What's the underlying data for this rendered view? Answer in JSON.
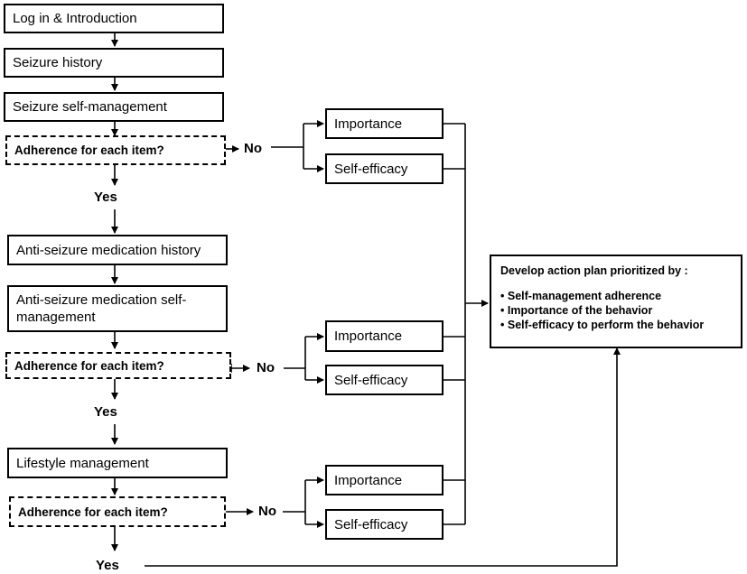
{
  "steps": {
    "login": "Log in & Introduction",
    "seizure_history": "Seizure history",
    "seizure_self_management": "Seizure self-management",
    "asm_history": "Anti-seizure medication history",
    "asm_self_management": "Anti-seizure medication self-management",
    "lifestyle": "Lifestyle management"
  },
  "decisions": {
    "question": "Adherence  for each item?",
    "no": "No",
    "yes": "Yes"
  },
  "factors": {
    "importance": "Importance",
    "self_efficacy": "Self-efficacy"
  },
  "action_plan": {
    "title": "Develop action plan  prioritized by :",
    "items": [
      "Self-management adherence",
      "Importance of the behavior",
      "Self-efficacy to perform the behavior"
    ]
  }
}
